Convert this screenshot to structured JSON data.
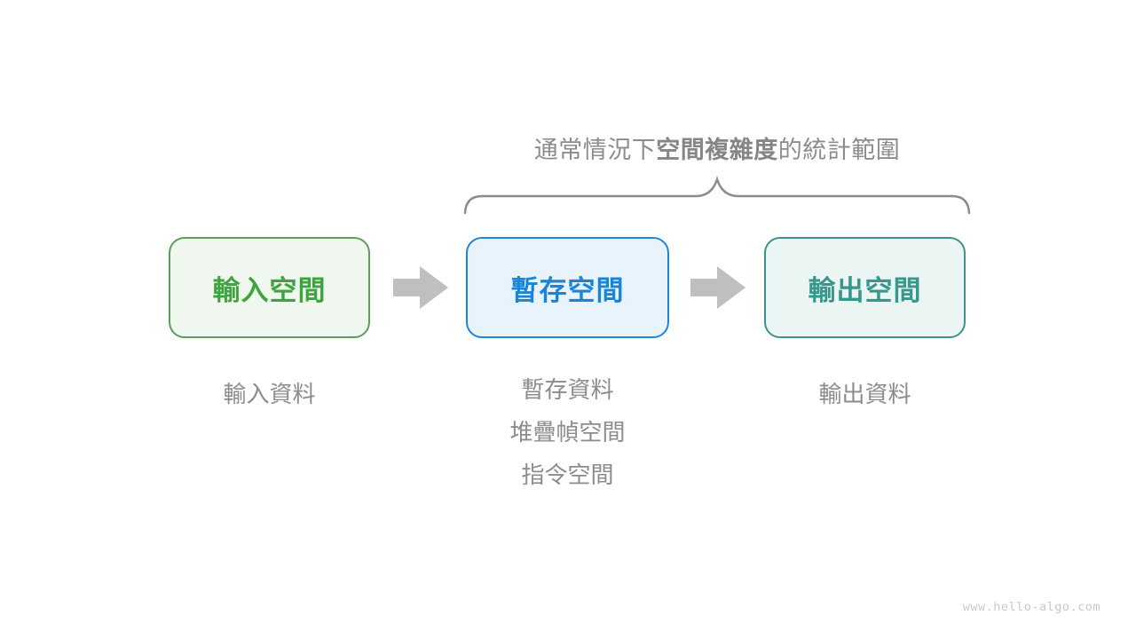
{
  "title": {
    "prefix": "通常情況下",
    "bold": "空間複雜度",
    "suffix": "的統計範圍"
  },
  "boxes": [
    {
      "label": "輸入空間",
      "colors": {
        "border": "#5C9E5C",
        "text": "#3FA43F",
        "bg": "#EFF7EF"
      }
    },
    {
      "label": "暫存空間",
      "colors": {
        "border": "#1C87D8",
        "text": "#1A85D6",
        "bg": "#E9F3FB"
      }
    },
    {
      "label": "輸出空間",
      "colors": {
        "border": "#3A948A",
        "text": "#37978C",
        "bg": "#EBF5F3"
      }
    }
  ],
  "annotations": {
    "input": {
      "lines": [
        "輸入資料"
      ]
    },
    "temp": {
      "lines": [
        "暫存資料",
        "堆疊幀空間",
        "指令空間"
      ]
    },
    "output": {
      "lines": [
        "輸出資料"
      ]
    }
  },
  "colors": {
    "title_text": "#8C8C8C",
    "annotation_text": "#8C8C8C",
    "brace": "#8C8C8C",
    "arrow": "#BFBFBF",
    "watermark": "#C9C9C9",
    "background": "#FFFFFF"
  },
  "watermark": "www.hello-algo.com"
}
